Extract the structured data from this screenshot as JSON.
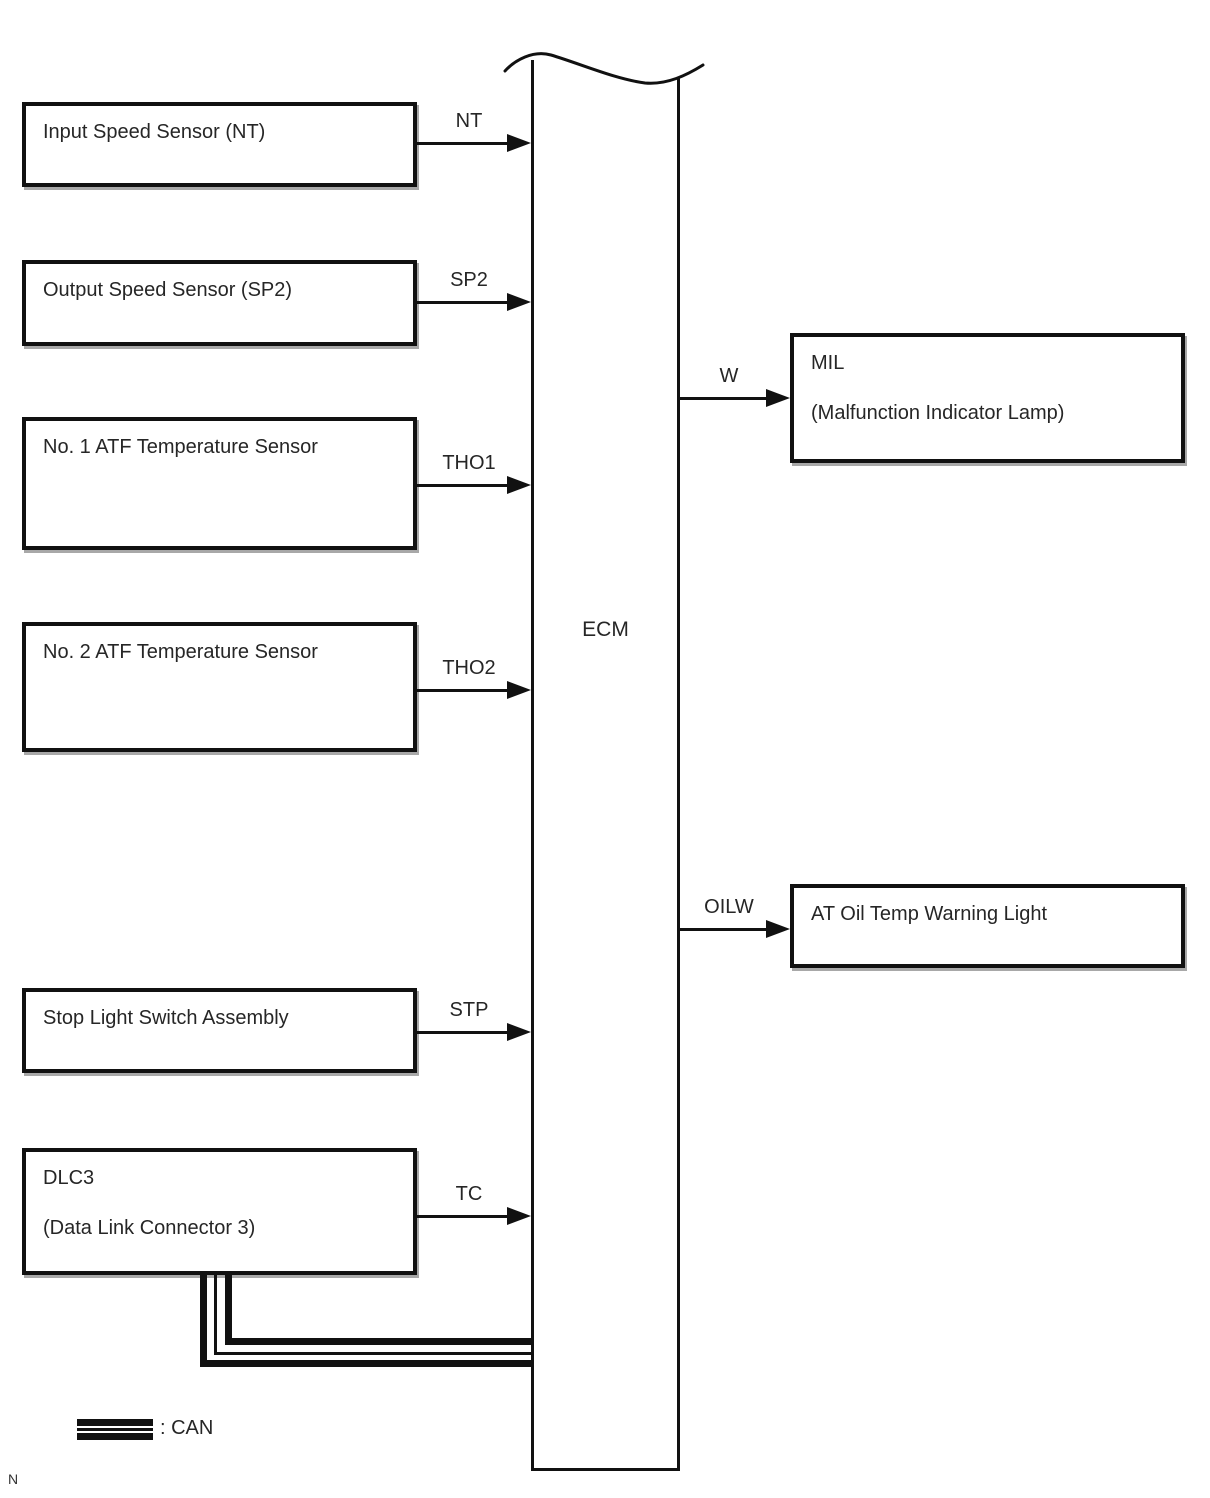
{
  "diagram": {
    "title_hint": "ECM system wiring block diagram",
    "ecm": {
      "label": "ECM"
    },
    "inputs": [
      {
        "label": "Input Speed Sensor (NT)",
        "signal": "NT"
      },
      {
        "label": "Output Speed Sensor (SP2)",
        "signal": "SP2"
      },
      {
        "label": "No. 1 ATF Temperature Sensor",
        "signal": "THO1"
      },
      {
        "label": "No. 2 ATF Temperature Sensor",
        "signal": "THO2"
      },
      {
        "label": "Stop Light Switch Assembly",
        "signal": "STP"
      },
      {
        "label": "DLC3",
        "label2": "(Data Link Connector 3)",
        "signal": "TC"
      }
    ],
    "outputs": [
      {
        "label": "MIL",
        "label2": "(Malfunction Indicator Lamp)",
        "signal": "W"
      },
      {
        "label": "AT Oil Temp Warning Light",
        "signal": "OILW"
      }
    ],
    "legend": {
      "text": ": CAN"
    },
    "footnote": "N",
    "colors": {
      "line": "#111111",
      "text": "#262626",
      "background": "#ffffff"
    }
  }
}
